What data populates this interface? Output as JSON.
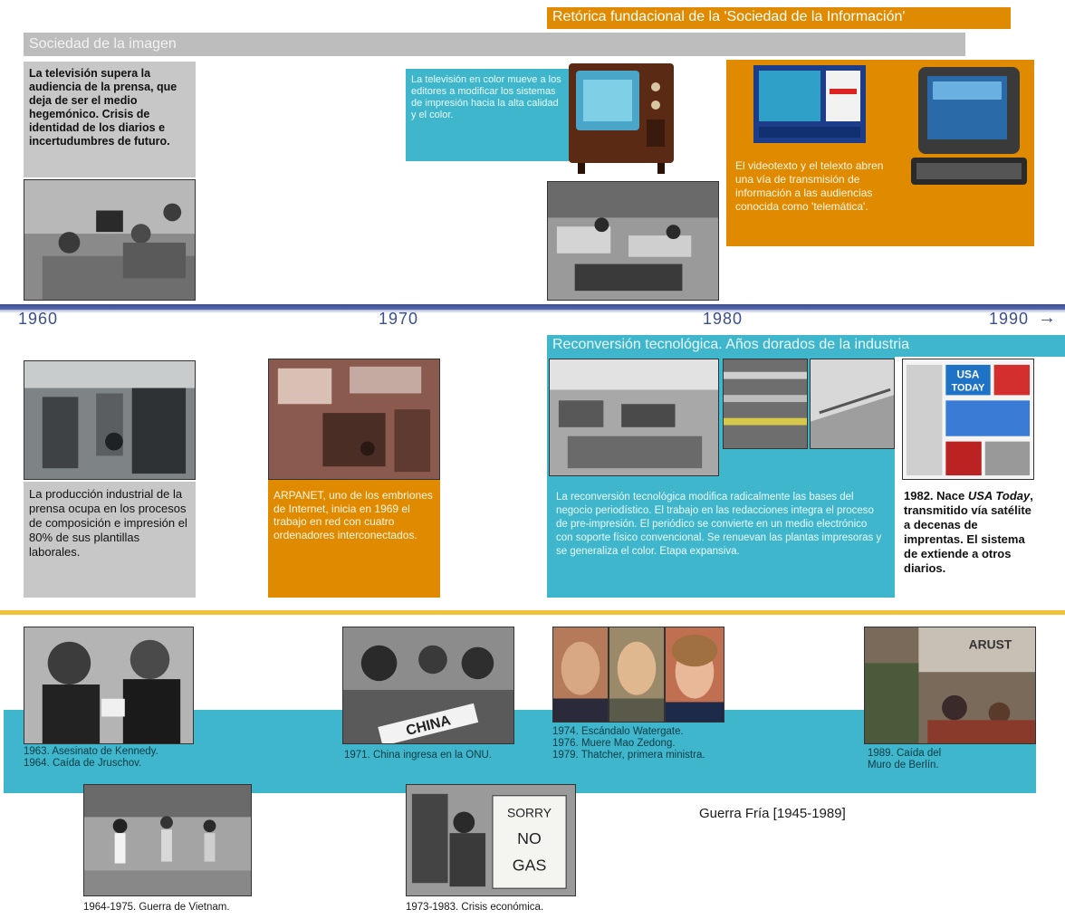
{
  "bands": {
    "sociedad_imagen": "Sociedad de la imagen",
    "retorica": "Retórica fundacional de la 'Sociedad de la Información'",
    "reconversion": "Reconversión tecnológica. Años dorados de la industria"
  },
  "boxes": {
    "tv_supera": "La televisión supera la audiencia de la prensa, que deja de ser el medio hegemónico. Crisis de identidad de los diarios e incertudumbres de futuro.",
    "tv_color": "La televisión en color mueve a los editores a modificar los sistemas de impresión hacia la alta calidad y el color.",
    "videotexto": "El videotexto y el telexto abren una vía de transmisión de información a las audiencias conocida como 'telemática'.",
    "produccion": "La producción industrial de la prensa ocupa en los procesos de composición e impresión el 80% de sus plantillas laborales.",
    "arpanet": "ARPANET, uno de los embriones de Internet, inicia en 1969 el trabajo en red con cuatro ordenadores interconectados.",
    "reconversion_text": "La reconversión tecnológica modifica radicalmente las bases del negocio periodístico. El trabajo en las redacciones integra el proceso de pre-impresión. El periódico se convierte en un medio electrónico con soporte físico convencional. Se renuevan las plantas impresoras y se generaliza el color. Etapa expansiva.",
    "usa_today_pre": "1982. Nace ",
    "usa_today_em": "USA Today",
    "usa_today_post": ", transmitido vía satélite a decenas de imprentas. El sistema de extiende a otros diarios."
  },
  "axis": {
    "years": [
      "1960",
      "1970",
      "1980",
      "1990"
    ],
    "arrow": "→"
  },
  "events": {
    "kennedy_1": "1963. Asesinato de Kennedy.",
    "kennedy_2": "1964. Caída de Jruschov.",
    "china": "1971. China ingresa en la ONU.",
    "watergate_1": "1974. Escándalo Watergate.",
    "watergate_2": "1976. Muere Mao Zedong.",
    "watergate_3": "1979. Thatcher, primera ministra.",
    "berlin_1": "1989. Caída del",
    "berlin_2": "Muro de Berlín.",
    "vietnam": "1964-1975. Guerra de Vietnam.",
    "crisis": "1973-1983. Crisis económica.",
    "guerra_fria": "Guerra Fría [1945-1989]"
  },
  "photo_text": {
    "china_sign": "CHINA",
    "gas_sign_1": "SORRY",
    "gas_sign_2": "NO",
    "gas_sign_3": "GAS",
    "usa_today_logo_1": "USA",
    "usa_today_logo_2": "TODAY",
    "berlin_graffiti": "ARUST"
  },
  "colors": {
    "orange": "#e08a00",
    "teal": "#3fb6cb",
    "gray": "#bdbdbd",
    "axis_blue": "#3c4e8c",
    "gold": "#f0c23b"
  }
}
